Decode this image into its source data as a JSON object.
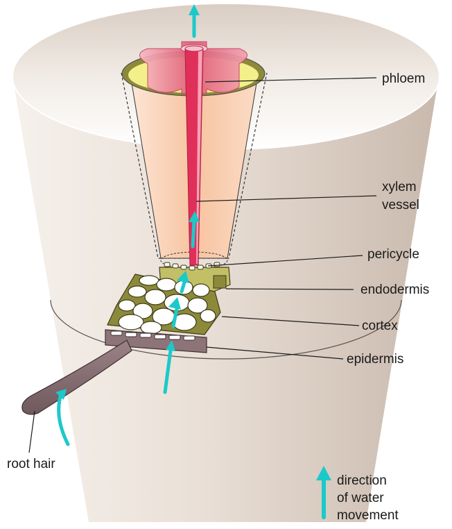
{
  "labels": {
    "phloem": "phloem",
    "xylem_line1": "xylem",
    "xylem_line2": "vessel",
    "pericycle": "pericycle",
    "endodermis": "endodermis",
    "cortex": "cortex",
    "epidermis": "epidermis",
    "root_hair": "root hair"
  },
  "legend": {
    "line1": "direction",
    "line2": "of water",
    "line3": "movement"
  },
  "colors": {
    "water_arrow": "#1cc9c9",
    "root_body": "#e2d8d0",
    "xylem": "#e0305a",
    "phloem_fill": "#e87a8e",
    "stele": "#f7c9a8",
    "endodermis": "#8c8a3a",
    "epidermis": "#8c7478",
    "root_hair": "#8c7478"
  },
  "icons": [
    "water-direction-arrow-icon"
  ]
}
